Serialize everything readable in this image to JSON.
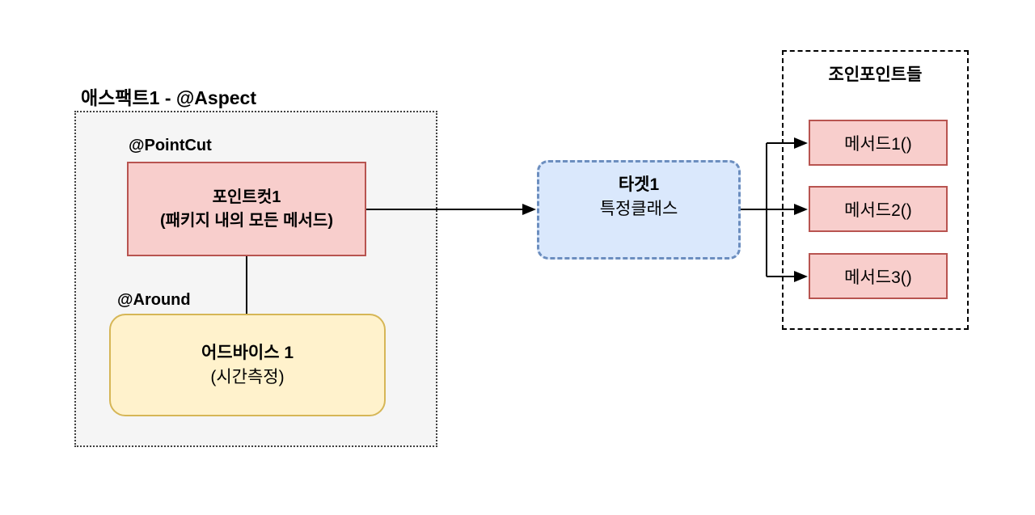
{
  "diagram": {
    "aspect": {
      "title": "애스팩트1 - @Aspect",
      "fill": "#f5f5f5",
      "border_color": "#404040",
      "pointcut": {
        "annotation": "@PointCut",
        "name": "포인트컷1",
        "description": "(패키지 내의 모든 메서드)",
        "fill": "#f8cecc",
        "border_color": "#b85450"
      },
      "advice": {
        "annotation": "@Around",
        "name": "어드바이스 1",
        "description": "(시간측정)",
        "fill": "#fff2cc",
        "border_color": "#d6b656"
      }
    },
    "target": {
      "name": "타겟1",
      "description": "특정클래스",
      "fill": "#dae8fc",
      "border_color": "#6c8ebf"
    },
    "joinpoints": {
      "title": "조인포인트들",
      "border_color": "#000000",
      "method_fill": "#f8cecc",
      "method_border_color": "#b85450",
      "methods": [
        {
          "label": "메서드1()"
        },
        {
          "label": "메서드2()"
        },
        {
          "label": "메서드3()"
        }
      ]
    },
    "connector_color": "#000000"
  }
}
